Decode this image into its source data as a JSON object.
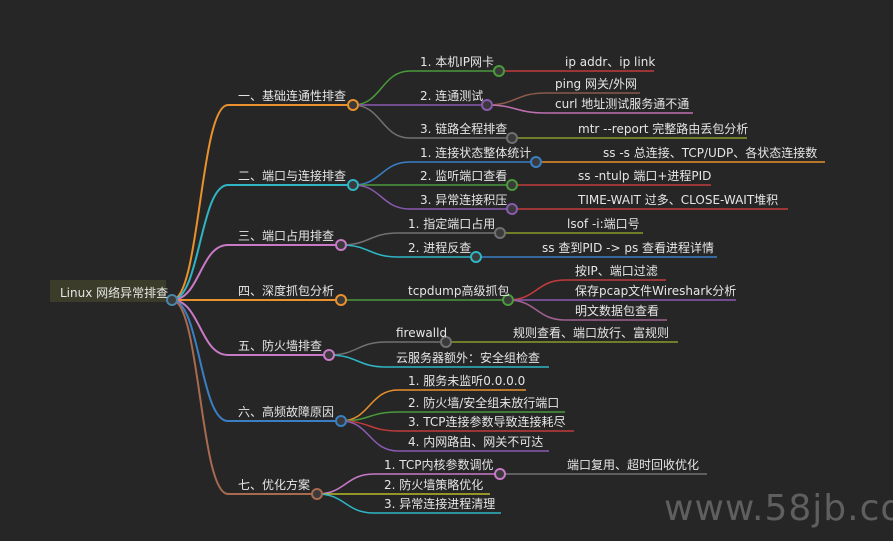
{
  "root": {
    "label": "Linux 网络异常排查",
    "color": "#4a86a8"
  },
  "watermark": "www.58jb.com",
  "branches": [
    {
      "label": "一、基础连通性排查",
      "color": "#e8912d",
      "children": [
        {
          "label": "1. 本机IP网卡",
          "color": "#4a9a3c",
          "children": [
            {
              "label": "ip addr、ip link",
              "color": "#c23b3b"
            }
          ]
        },
        {
          "label": "2. 连通测试",
          "color": "#8a5ab0",
          "children": [
            {
              "label": "ping 网关/外网",
              "color": "#8a5a4a"
            },
            {
              "label": "curl 地址测试服务通不通",
              "color": "#c070b0"
            }
          ]
        },
        {
          "label": "3. 链路全程排查",
          "color": "#707070",
          "children": [
            {
              "label": "mtr --report 完整路由丢包分析",
              "color": "#8a9a2a"
            }
          ]
        }
      ]
    },
    {
      "label": "二、端口与连接排查",
      "color": "#2fb5c5",
      "children": [
        {
          "label": "1. 连接状态整体统计",
          "color": "#3a7fc4",
          "children": [
            {
              "label": "ss -s 总连接、TCP/UDP、各状态连接数",
              "color": "#e8912d"
            }
          ]
        },
        {
          "label": "2. 监听端口查看",
          "color": "#4a9a3c",
          "children": [
            {
              "label": "ss -ntulp 端口+进程PID",
              "color": "#c23b3b"
            }
          ]
        },
        {
          "label": "3. 异常连接积压",
          "color": "#8a5ab0",
          "children": [
            {
              "label": "TIME-WAIT 过多、CLOSE-WAIT堆积",
              "color": "#c23b3b"
            }
          ]
        }
      ]
    },
    {
      "label": "三、端口占用排查",
      "color": "#c87ac6",
      "children": [
        {
          "label": "1. 指定端口占用",
          "color": "#707070",
          "children": [
            {
              "label": "lsof -i:端口号",
              "color": "#8a9a2a"
            }
          ]
        },
        {
          "label": "2. 进程反查",
          "color": "#2fb5c5",
          "children": [
            {
              "label": "ss 查到PID -> ps 查看进程详情",
              "color": "#3a7fc4"
            }
          ]
        }
      ]
    },
    {
      "label": "四、深度抓包分析",
      "color": "#e8912d",
      "children": [
        {
          "label": "tcpdump高级抓包",
          "color": "#4a9a3c",
          "children": [
            {
              "label": "按IP、端口过滤",
              "color": "#c23b3b"
            },
            {
              "label": "保存pcap文件Wireshark分析",
              "color": "#8a5ab0"
            },
            {
              "label": "明文数据包查看",
              "color": "#a06090"
            }
          ]
        }
      ]
    },
    {
      "label": "五、防火墙排查",
      "color": "#c87ac6",
      "children": [
        {
          "label": "firewalld",
          "color": "#707070",
          "children": [
            {
              "label": "规则查看、端口放行、富规则",
              "color": "#8a9a2a"
            }
          ]
        },
        {
          "label": "云服务器额外：安全组检查",
          "color": "#2fb5c5"
        }
      ]
    },
    {
      "label": "六、高频故障原因",
      "color": "#3a7fc4",
      "children": [
        {
          "label": "1. 服务未监听0.0.0.0",
          "color": "#e8912d"
        },
        {
          "label": "2. 防火墙/安全组未放行端口",
          "color": "#4a9a3c"
        },
        {
          "label": "3. TCP连接参数导致连接耗尽",
          "color": "#c23b3b"
        },
        {
          "label": "4. 内网路由、网关不可达",
          "color": "#8a5ab0"
        }
      ]
    },
    {
      "label": "七、优化方案",
      "color": "#a86b50",
      "children": [
        {
          "label": "1. TCP内核参数调优",
          "color": "#c87ac6",
          "children": [
            {
              "label": "端口复用、超时回收优化",
              "color": "#707070"
            }
          ]
        },
        {
          "label": "2. 防火墙策略优化",
          "color": "#b8b82a"
        },
        {
          "label": "3. 异常连接进程清理",
          "color": "#2fb5c5"
        }
      ]
    }
  ]
}
